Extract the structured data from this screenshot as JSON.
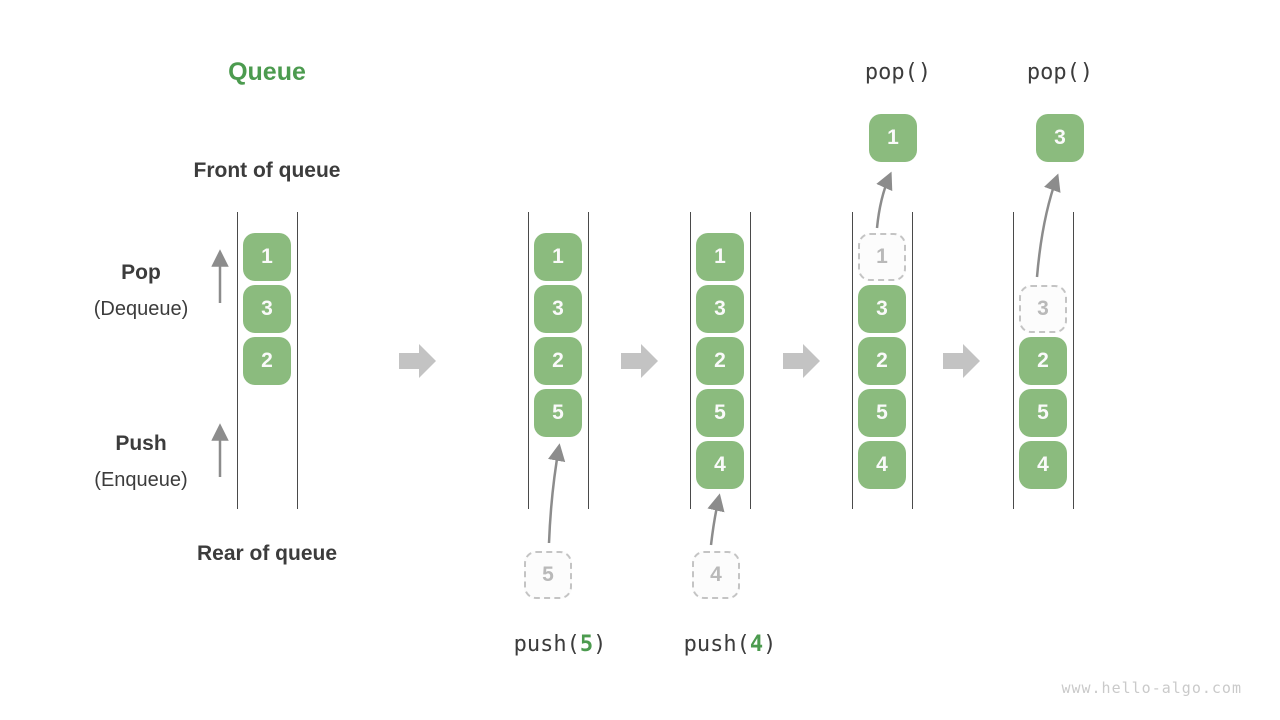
{
  "title": "Queue",
  "side_labels": {
    "front": "Front of queue",
    "rear": "Rear of queue",
    "pop": "Pop",
    "pop_sub": "(Dequeue)",
    "push": "Push",
    "push_sub": "(Enqueue)"
  },
  "queues": [
    {
      "cells": [
        {
          "v": "1",
          "slot": 1
        },
        {
          "v": "3",
          "slot": 2
        },
        {
          "v": "2",
          "slot": 3
        }
      ]
    },
    {
      "cells": [
        {
          "v": "1",
          "slot": 1
        },
        {
          "v": "3",
          "slot": 2
        },
        {
          "v": "2",
          "slot": 3
        },
        {
          "v": "5",
          "slot": 4
        }
      ]
    },
    {
      "cells": [
        {
          "v": "1",
          "slot": 1
        },
        {
          "v": "3",
          "slot": 2
        },
        {
          "v": "2",
          "slot": 3
        },
        {
          "v": "5",
          "slot": 4
        },
        {
          "v": "4",
          "slot": 5
        }
      ]
    },
    {
      "cells": [
        {
          "v": "1",
          "slot": 1,
          "dashed": true
        },
        {
          "v": "3",
          "slot": 2
        },
        {
          "v": "2",
          "slot": 3
        },
        {
          "v": "5",
          "slot": 4
        },
        {
          "v": "4",
          "slot": 5
        }
      ]
    },
    {
      "cells": [
        {
          "v": "3",
          "slot": 2,
          "dashed": true
        },
        {
          "v": "2",
          "slot": 3
        },
        {
          "v": "5",
          "slot": 4
        },
        {
          "v": "4",
          "slot": 5
        }
      ]
    }
  ],
  "push_ops": [
    {
      "prefix": "push(",
      "arg": "5",
      "suffix": ")",
      "value": "5"
    },
    {
      "prefix": "push(",
      "arg": "4",
      "suffix": ")",
      "value": "4"
    }
  ],
  "pop_ops": [
    {
      "label": "pop()",
      "value": "1"
    },
    {
      "label": "pop()",
      "value": "3"
    }
  ],
  "watermark": "www.hello-algo.com",
  "colors": {
    "accent_green": "#4c9b4f",
    "box_green": "#8bbb7e",
    "cell_text": "#fafafa",
    "text_dark": "#3c3c3c",
    "rail": "#4a4a4a",
    "block_arrow": "#c3c3c3",
    "thin_arrow": "#8c8c8c",
    "dashed_border": "#c4c4c4",
    "dashed_text": "#b9b9b9",
    "watermark": "#cacaca"
  }
}
